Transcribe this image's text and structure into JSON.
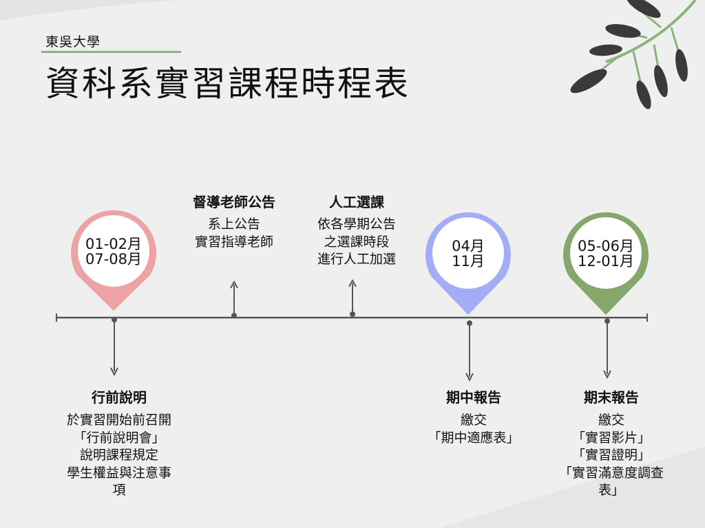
{
  "header": {
    "org": "東吳大學",
    "title": "資科系實習課程時程表"
  },
  "colors": {
    "accent": "#8bb37a",
    "pin_pink": "#eba3a3",
    "pin_blue": "#a3adf5",
    "pin_green": "#86a66c",
    "timeline": "#555555"
  },
  "events": [
    {
      "date": "01-02月\n07-08月",
      "heading": "行前說明",
      "body": "於實習開始前召開\n「行前說明會」\n說明課程規定\n學生權益與注意事\n項",
      "position": "below",
      "pin_color": "#eba3a3"
    },
    {
      "heading": "督導老師公告",
      "body": "系上公告\n實習指導老師",
      "position": "above"
    },
    {
      "heading": "人工選課",
      "body": "依各學期公告\n之選課時段\n進行人工加選",
      "position": "above"
    },
    {
      "date": "04月\n11月",
      "heading": "期中報告",
      "body": "繳交\n「期中適應表」",
      "position": "below",
      "pin_color": "#a3adf5"
    },
    {
      "date": "05-06月\n12-01月",
      "heading": "期末報告",
      "body": "繳交\n「實習影片」\n「實習證明」\n「實習滿意度調查\n表」",
      "position": "below",
      "pin_color": "#86a66c"
    }
  ]
}
